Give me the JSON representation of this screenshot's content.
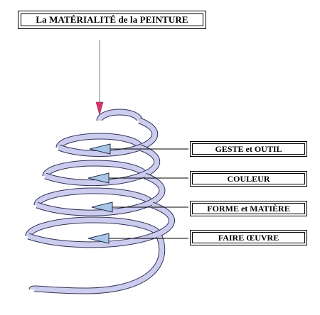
{
  "title": "La MATÉRIALITÉ de la PEINTURE",
  "labels": [
    "GESTE et OUTIL",
    "COULEUR",
    "FORME et MATIÈRE",
    "FAIRE ŒUVRE"
  ],
  "colors": {
    "spiral_fill": "#ccccee",
    "spiral_stroke": "#33335a",
    "arrow_fill": "#a9c6e6",
    "arrow_stroke": "#1f2d4a",
    "entry_arrow": "#d6336c",
    "line": "#000000"
  }
}
